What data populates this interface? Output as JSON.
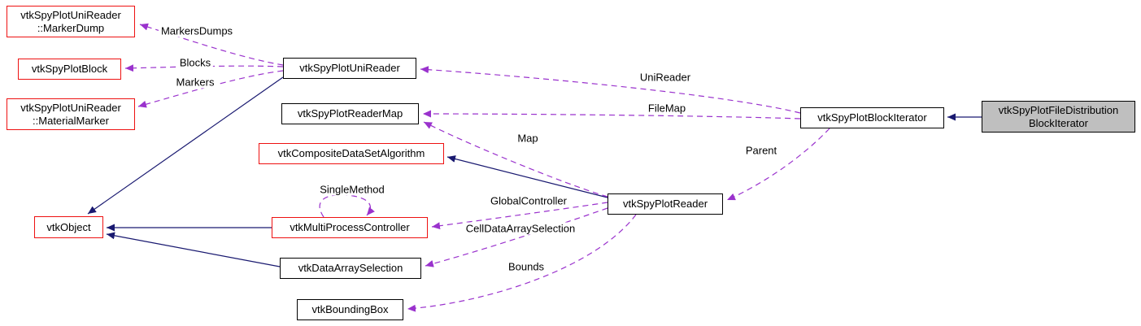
{
  "diagram": {
    "nodes": [
      {
        "label": "vtkSpyPlotUniReader\n::MarkerDump"
      },
      {
        "label": "vtkSpyPlotBlock"
      },
      {
        "label": "vtkSpyPlotUniReader\n::MaterialMarker"
      },
      {
        "label": "vtkSpyPlotUniReader"
      },
      {
        "label": "vtkSpyPlotReaderMap"
      },
      {
        "label": "vtkCompositeDataSetAlgorithm"
      },
      {
        "label": "vtkObject"
      },
      {
        "label": "vtkMultiProcessController"
      },
      {
        "label": "vtkDataArraySelection"
      },
      {
        "label": "vtkBoundingBox"
      },
      {
        "label": "vtkSpyPlotReader"
      },
      {
        "label": "vtkSpyPlotBlockIterator"
      },
      {
        "label": "vtkSpyPlotFileDistribution\nBlockIterator"
      }
    ],
    "edge_labels": [
      {
        "text": "MarkersDumps"
      },
      {
        "text": "Blocks"
      },
      {
        "text": "Markers"
      },
      {
        "text": "UniReader"
      },
      {
        "text": "FileMap"
      },
      {
        "text": "Map"
      },
      {
        "text": "Parent"
      },
      {
        "text": "GlobalController"
      },
      {
        "text": "CellDataArraySelection"
      },
      {
        "text": "Bounds"
      },
      {
        "text": "SingleMethod"
      }
    ],
    "colors": {
      "inheritance_edge": "#191970",
      "usage_edge": "#9a32cd",
      "truncated_node_border": "#ee1111",
      "node_border": "#000000",
      "current_node_fill": "#bfbfbf",
      "background": "#ffffff"
    }
  }
}
